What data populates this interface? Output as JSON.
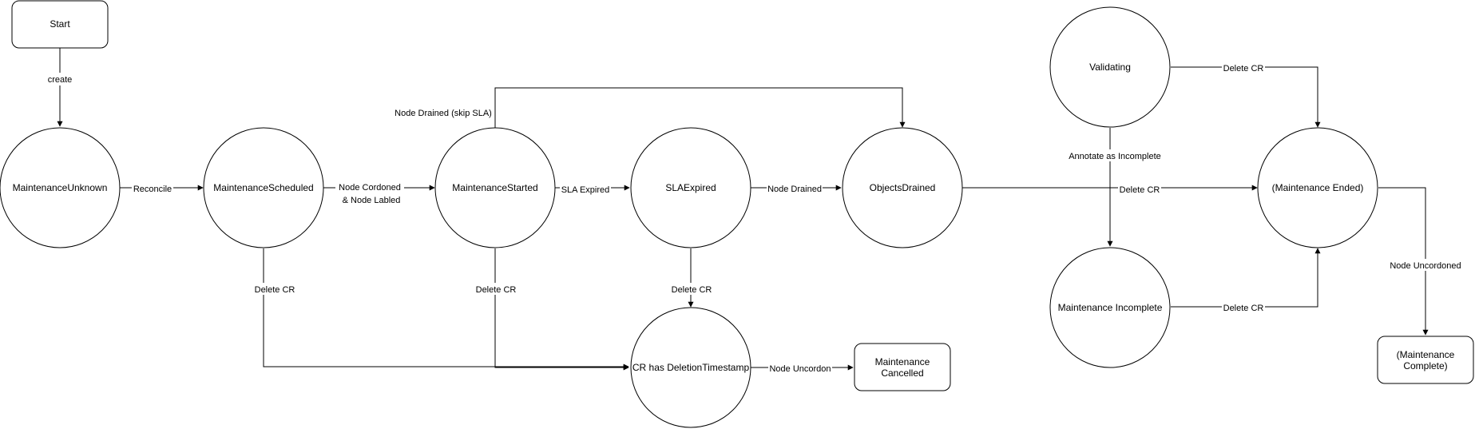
{
  "colors": {
    "stroke": "#000000",
    "fill": "#ffffff",
    "background": "#ffffff"
  },
  "nodes": {
    "start": "Start",
    "maintenance_unknown": "MaintenanceUnknown",
    "maintenance_scheduled": "MaintenanceScheduled",
    "maintenance_started": "MaintenanceStarted",
    "sla_expired": "SLAExpired",
    "objects_drained": "ObjectsDrained",
    "validating": "Validating",
    "maintenance_ended": "(Maintenance Ended)",
    "maintenance_incomplete": "Maintenance Incomplete",
    "cr_has_deletion_timestamp": "CR has DeletionTimestamp",
    "maintenance_cancelled": [
      "Maintenance",
      "Cancelled"
    ],
    "maintenance_complete": [
      "(Maintenance",
      "Complete)"
    ]
  },
  "edges": {
    "create": "create",
    "reconcile": "Reconcile",
    "node_cordoned": [
      "Node Cordoned",
      "& Node Labled"
    ],
    "sla_expired": "SLA Expired",
    "node_drained_skip_sla": "Node Drained (skip SLA)",
    "node_drained": "Node Drained",
    "delete_cr_objects_drained": "Delete CR",
    "delete_cr_validating": "Delete CR",
    "annotate_incomplete": "Annotate as Incomplete",
    "delete_cr_incomplete": "Delete CR",
    "node_uncordoned": "Node Uncordoned",
    "delete_cr_scheduled": "Delete CR",
    "delete_cr_started": "Delete CR",
    "delete_cr_sla": "Delete CR",
    "node_uncordon": "Node Uncordon"
  }
}
